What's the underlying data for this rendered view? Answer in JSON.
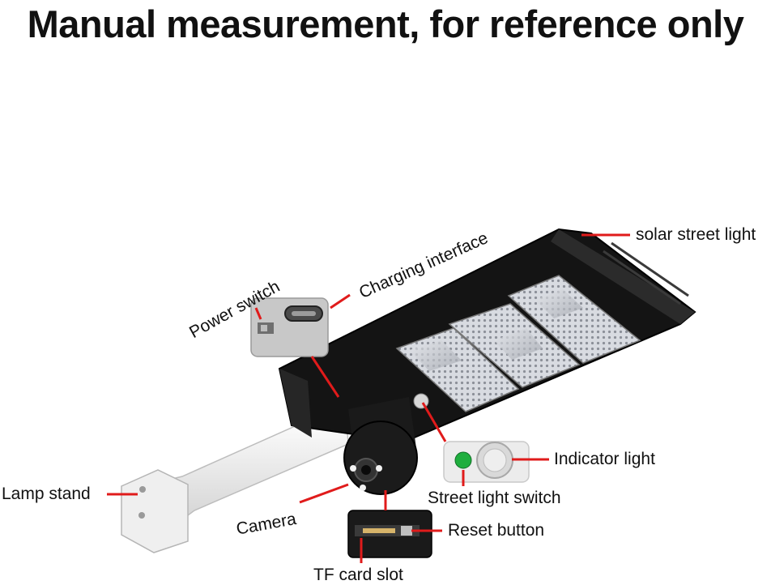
{
  "title": "Manual measurement, for reference only",
  "labels": {
    "solar_street_light": "solar street light",
    "charging_interface": "Charging interface",
    "power_switch": "Power switch",
    "indicator_light": "Indicator light",
    "street_light_switch": "Street light switch",
    "lamp_stand": "Lamp stand",
    "camera": "Camera",
    "reset_button": "Reset button",
    "tf_card_slot": "TF card slot"
  },
  "colors": {
    "leader_line": "#e01b1b",
    "housing": "#121212",
    "led_panel": "#c9ccd3",
    "arm": "#f2f2f2",
    "indicator_green": "#1fae3e"
  }
}
